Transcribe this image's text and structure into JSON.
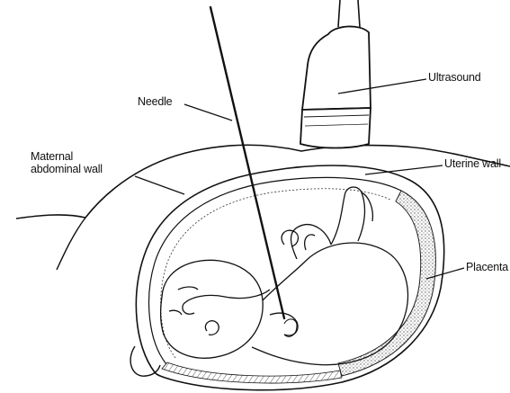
{
  "labels": {
    "needle": "Needle",
    "maternal_line1": "Maternal",
    "maternal_line2": "abdominal wall",
    "ultrasound": "Ultrasound",
    "uterine_wall": "Uterine wall",
    "placenta": "Placenta"
  },
  "icons": {
    "probe": "ultrasound-probe-icon",
    "needle": "needle-icon",
    "fetus": "fetus-icon"
  },
  "colors": {
    "ink": "#111111",
    "background": "#ffffff",
    "placenta_stipple": "#555555"
  }
}
